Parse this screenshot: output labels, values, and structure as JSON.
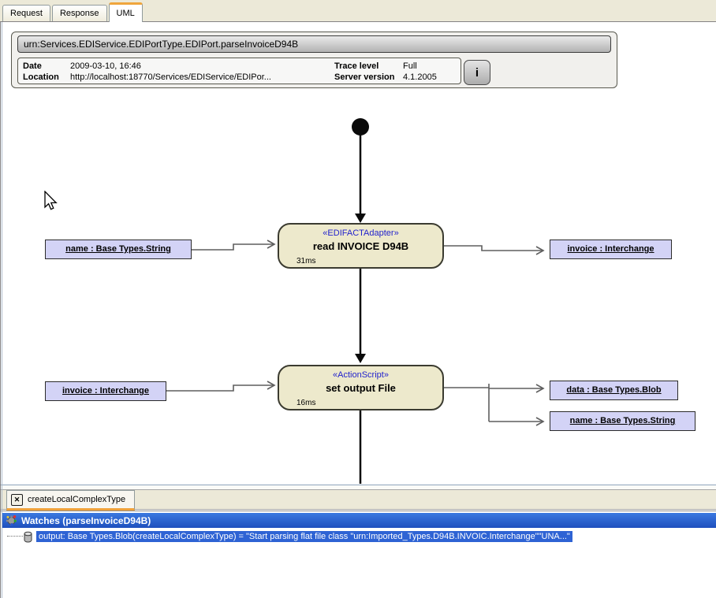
{
  "top_tabs": [
    {
      "label": "Request",
      "active": false
    },
    {
      "label": "Response",
      "active": false
    },
    {
      "label": "UML",
      "active": true
    }
  ],
  "header": {
    "title": "urn:Services.EDIService.EDIPortType.EDIPort.parseInvoiceD94B",
    "info": {
      "date_label": "Date",
      "date_value": "2009-03-10, 16:46",
      "location_label": "Location",
      "location_value": "http://localhost:18770/Services/EDIService/EDIPor...",
      "trace_label": "Trace level",
      "trace_value": "Full",
      "server_label": "Server version",
      "server_value": "4.1.2005"
    },
    "info_button_label": "i"
  },
  "diagram": {
    "start_node": "initial-state",
    "activities": [
      {
        "stereotype": "«EDIFACTAdapter»",
        "name": "read INVOICE D94B",
        "duration": "31ms",
        "inputs": [
          "name : Base Types.String"
        ],
        "outputs": [
          "invoice : Interchange"
        ]
      },
      {
        "stereotype": "«ActionScript»",
        "name": "set output File",
        "duration": "16ms",
        "inputs": [
          "invoice : Interchange"
        ],
        "outputs": [
          "data : Base Types.Blob",
          "name : Base Types.String"
        ]
      }
    ],
    "colors": {
      "activity_fill": "#EDE9CC",
      "param_fill": "#D3D3F6",
      "stereotype_blue": "#2222CC",
      "connector_gray": "#5F5F5F"
    }
  },
  "bottom_tab": {
    "label": "createLocalComplexType",
    "close_glyph": "✕",
    "accent_orange": "#F0A23C"
  },
  "watches": {
    "title": "Watches (parseInvoiceD94B)",
    "item_text": "output: Base Types.Blob(createLocalComplexType) = \"Start parsing flat file class \"urn:Imported_Types.D94B.INVOIC.Interchange\"\"UNA...\"",
    "header_blue": "#2B63D6",
    "selection_blue": "#2E63D4"
  },
  "icons": {
    "close": "x-in-box",
    "info": "letter-i",
    "watches": "gear-with-colored-dots",
    "watch_item": "blob-cylinder",
    "cursor": "arrow-pointer"
  }
}
